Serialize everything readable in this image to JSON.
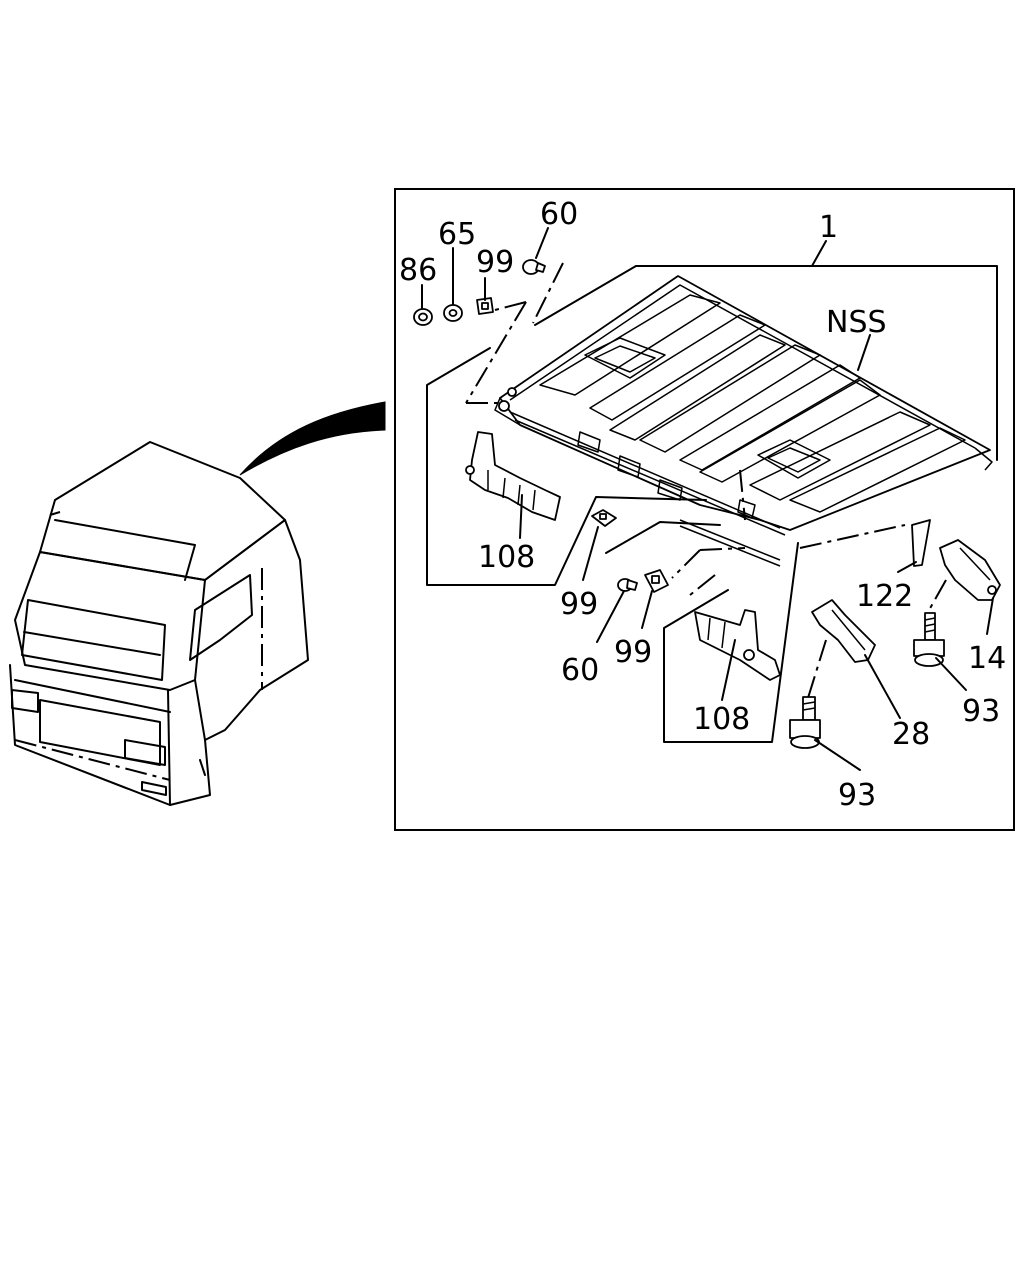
{
  "diagram": {
    "callouts": {
      "c1": "1",
      "nss": "NSS",
      "c60a": "60",
      "c65": "65",
      "c99a": "99",
      "c86": "86",
      "c108a": "108",
      "c99b": "99",
      "c99c": "99",
      "c60b": "60",
      "c108b": "108",
      "c122": "122",
      "c14": "14",
      "c93a": "93",
      "c28": "28",
      "c93b": "93"
    }
  }
}
